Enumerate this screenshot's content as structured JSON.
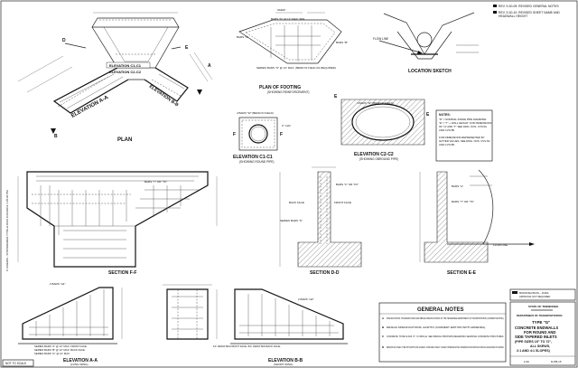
{
  "revisions": {
    "rev1": "REV. 9-30-09: REVISED GENERAL NOTES",
    "rev2a": "REV. 9-30-10: REVISED SHEET NAME AND",
    "rev2b": "HEADWALL HEIGHT"
  },
  "side_text": "C:\\USERS\\...\\STD\\SKEWED-TYPE-G.DGN  11/12/2012  1:35:20 PM",
  "plan": {
    "title": "PLAN",
    "elev_c1": "ELEVATION C1-C1",
    "elev_c2": "ELEVATION C2-C2",
    "elev_aa": "ELEVATION A-A",
    "elev_bb": "ELEVATION B-B",
    "label_d": "D",
    "label_e": "E",
    "label_a": "A",
    "label_b": "B",
    "label_c1": "C1",
    "label_c2": "C2"
  },
  "footing": {
    "title": "PLAN OF FOOTING",
    "subtitle": "(SHOWING REINFORCEMENT)",
    "bars_top": "BARS \"D\" @ 12\" MAX. SPA.",
    "bars_a": "BARS \"A\"",
    "bars_b": "BARS \"B\"",
    "series": "SERIES BARS \"S\" @ 12\" MAX. (BEND IN FIELD AS REQUIRED)",
    "skew": "SKEW"
  },
  "location": {
    "title": "LOCATION SKETCH",
    "flow_line": "FLOW LINE"
  },
  "c1": {
    "title": "ELEVATION C1-C1",
    "subtitle": "(SHOWING ROUND PIPE)",
    "bars_w": "4 BARS \"W\" (BEND IN FIELD)",
    "label_f": "F",
    "cover": "2\" CLR."
  },
  "c2": {
    "title": "ELEVATION C2-C2",
    "subtitle": "(SHOWING OBROUND PIPE)",
    "bars_w": "4 BARS \"W\" (BEND IN FIELD)",
    "label_e": "E"
  },
  "notes_box": {
    "title": "NOTES:",
    "lines": [
      "\"D\" = NOMINAL INSIDE PIPE DIAMETER.",
      "\"E\" = \"T\" + WALL HEIGHT. FOR DIMENSIONS",
      "OF \"H\" AND \"T\" SEE DWG. NOS. CVS-5A",
      "AND CVS-5B.",
      "",
      "FOR DIMENSIONS REPRESENTED BY",
      "LETTER VALUES, SEE DWG. NOS. CVS-5A",
      "AND CVS-5B."
    ]
  },
  "section_ff": {
    "title": "SECTION F-F",
    "bars": "BARS \"T\" OR \"TX\""
  },
  "section_dd": {
    "title": "SECTION D-D",
    "back_face": "BACK FACE",
    "front_face": "FRONT FACE",
    "bars_f": "BARS \"F\" OR \"FX\"",
    "series": "SERIES BARS \"S\""
  },
  "section_ee": {
    "title": "SECTION E-E",
    "bars_a": "BARS \"A\"",
    "bars_t": "BARS \"T\" OR \"TX\"",
    "flow_line": "FLOW LINE"
  },
  "elev_aa": {
    "title": "ELEVATION A-A",
    "subtitle": "(LONG WING)",
    "bars_h": "2 BARS \"H1\"",
    "series1": "SERIES BARS \"A\" @ 12\" MAX. FRONT FACE",
    "series2": "SERIES BARS \"B\" @ 12\" MAX. BACK FACE",
    "series3": "SERIES BARS \"G\" @ 12\" MAX."
  },
  "elev_bb": {
    "title": "ELEVATION B-B",
    "subtitle": "(SHORT WING)",
    "bars_h": "2 BARS \"H2\"",
    "note": "F.F. DENOTES FRONT FACE. B.F. DENOTES BACK FACE."
  },
  "general_notes": {
    "title": "GENERAL NOTES",
    "items": [
      {
        "letter": "A",
        "text": "SPECIFICATIONS: STANDARD ROAD AND BRIDGE SPECIFICATIONS OF THE TENNESSEE DEPARTMENT OF TRANSPORTATION (CURRENT EDITION)."
      },
      {
        "letter": "B",
        "text": "DESIGN SPECIFICATIONS: AASHTO (CURRENT EDITION WITH ADDENDA)."
      },
      {
        "letter": "C",
        "text": "CONCRETE: TO BE CLASS \"A\", f'c=3000 psi. SEE SPECIAL PROVISION REGARDING SEASONAL CONCRETE STRUCTURES."
      },
      {
        "letter": "D",
        "text": "REINFORCING STEEL: TO BE WITH AASHTO M31 GRADE 60. STANDARD COVER 2\" UNLESS OTHERWISE NOTED. DIMENSIONS FOR BARS AND SPACING ARE CENTER TO CENTER."
      }
    ]
  },
  "title_block": {
    "state": "STATE OF TENNESSEE",
    "dept": "DEPARTMENT OF TRANSPORTATION",
    "type": "TYPE \"G\"",
    "line1": "CONCRETE ENDWALLS",
    "line2": "FOR ROUND AND",
    "line3": "SIDE TAPERED INLETS",
    "line4": "(PIPE SIZES 15\" TO 72\",",
    "line5": "ALL SKEWS,",
    "line6": "2:1 AND 4:1 SLOPES)",
    "approval_a": "MINOR REVISION -- FHWA",
    "approval_b": "APPROVAL NOT REQUIRED",
    "sheet_left": "1/10",
    "sheet_right": "D-PB-15"
  },
  "not_to_scale": "NOT TO SCALE"
}
